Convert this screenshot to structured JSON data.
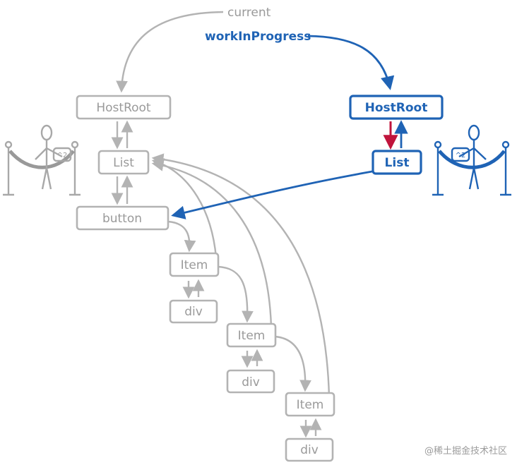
{
  "pointers": {
    "current": "current",
    "work_in_progress": "workInProgress"
  },
  "current_tree": {
    "host_root": "HostRoot",
    "list": "List",
    "button": "button",
    "item_1": "Item",
    "div_1": "div",
    "item_2": "Item",
    "div_2": "div",
    "item_3": "Item",
    "div_3": "div"
  },
  "wip_tree": {
    "host_root": "HostRoot",
    "list": "List"
  },
  "figures": {
    "badge_left": "^2",
    "badge_right": "^2"
  },
  "colors": {
    "current_tree": "#b3b3b3",
    "wip_tree": "#1f63b5",
    "return_pointer": "#c0143c"
  },
  "watermark": "@稀土掘金技术社区"
}
